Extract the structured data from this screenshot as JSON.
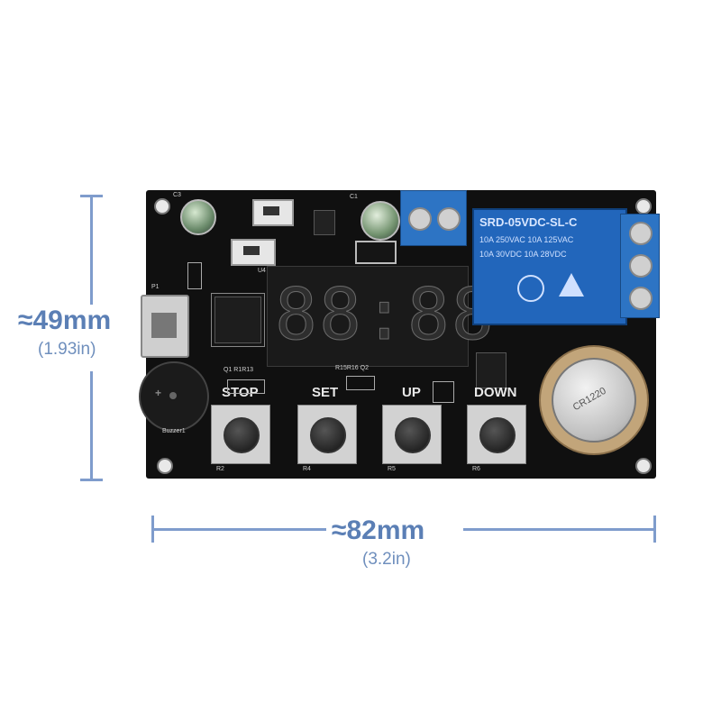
{
  "dimensions": {
    "height_mm": "≈49mm",
    "height_in": "(1.93in)",
    "width_mm": "≈82mm",
    "width_in": "(3.2in)",
    "line_color": "#7f9ccc",
    "text_color": "#5b7fb5"
  },
  "board": {
    "color": "#111111",
    "display_digits": "88:88",
    "buttons": [
      {
        "label": "STOP",
        "ref": "R2"
      },
      {
        "label": "SET",
        "ref": "R4"
      },
      {
        "label": "UP",
        "ref": "R5"
      },
      {
        "label": "DOWN",
        "ref": "R6"
      }
    ],
    "relay": {
      "model": "SRD-05VDC-SL-C",
      "ratings": [
        "10A 250VAC  10A 125VAC",
        "10A 30VDC  10A 28VDC"
      ],
      "color": "#1f5fb0"
    },
    "silkscreen": {
      "p1": "P1",
      "buzzer": "Buzzer1",
      "u4": "U4",
      "c3": "C3",
      "c1": "C1",
      "q1": "Q1 R1R13",
      "r15": "R15R16 Q2"
    },
    "battery": {
      "text": "CR1220",
      "color": "#c2a57a"
    }
  }
}
